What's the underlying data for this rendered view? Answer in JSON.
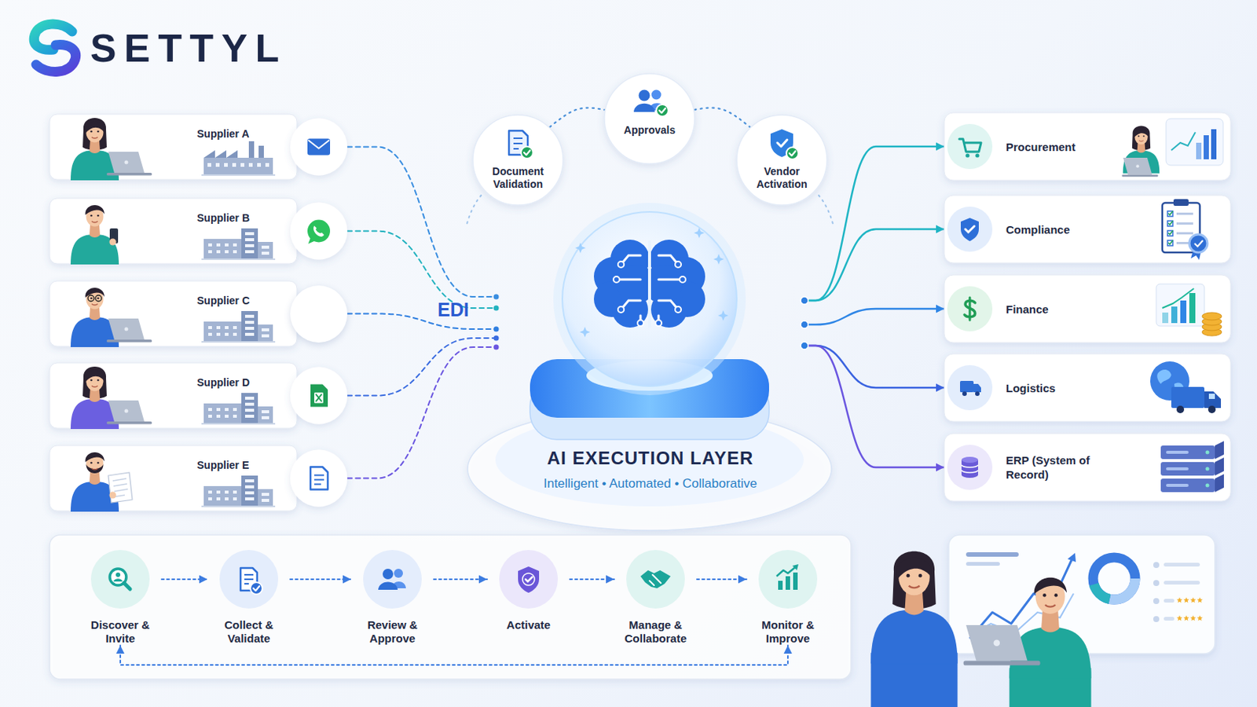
{
  "diagram": {
    "title": "SETTYL",
    "nodes": [
      {
        "text": [
          "Supplier A"
        ]
      },
      {
        "text": [
          "Supplier B"
        ]
      },
      {
        "text": [
          "Supplier C"
        ]
      },
      {
        "text": [
          "EDI"
        ],
        "in": 2
      },
      {
        "text": [
          "Supplier D"
        ]
      },
      {
        "text": [
          "Supplier E"
        ]
      },
      {
        "text": [
          "Document Validation"
        ]
      },
      {
        "text": [
          "Approvals"
        ]
      },
      {
        "text": [
          "Vendor Activation"
        ]
      },
      {
        "text": [
          "AI EXECUTION LAYER",
          "Intelligent • Automated • Collaborative"
        ]
      },
      {
        "text": [
          "Procurement"
        ]
      },
      {
        "text": [
          "Compliance"
        ]
      },
      {
        "text": [
          "Finance"
        ]
      },
      {
        "text": [
          "Logistics"
        ]
      },
      {
        "text": [
          "ERP (System of Record)"
        ]
      },
      {
        "text": [
          "Discover & Invite"
        ]
      },
      {
        "text": [
          "Collect & Validate"
        ]
      },
      {
        "text": [
          "Review & Approve"
        ]
      },
      {
        "text": [
          "Activate"
        ]
      },
      {
        "text": [
          "Manage & Collaborate"
        ]
      },
      {
        "text": [
          "Monitor & Improve"
        ]
      }
    ],
    "edges": [
      {
        "from": 0,
        "to": 9,
        "arrow": "none"
      },
      {
        "from": 1,
        "to": 9,
        "arrow": "none"
      },
      {
        "from": 2,
        "to": 9,
        "arrow": "none"
      },
      {
        "from": 4,
        "to": 9,
        "arrow": "none"
      },
      {
        "from": 5,
        "to": 9,
        "arrow": "none"
      },
      {
        "from": 6,
        "to": 7,
        "arrow": "none"
      },
      {
        "from": 7,
        "to": 8,
        "arrow": "none"
      },
      {
        "from": 9,
        "to": 10,
        "arrow": "to"
      },
      {
        "from": 9,
        "to": 11,
        "arrow": "to"
      },
      {
        "from": 9,
        "to": 12,
        "arrow": "to"
      },
      {
        "from": 9,
        "to": 13,
        "arrow": "to"
      },
      {
        "from": 9,
        "to": 14,
        "arrow": "to"
      },
      {
        "from": 15,
        "to": 16,
        "arrow": "to"
      },
      {
        "from": 16,
        "to": 17,
        "arrow": "to"
      },
      {
        "from": 17,
        "to": 18,
        "arrow": "to"
      },
      {
        "from": 18,
        "to": 19,
        "arrow": "to"
      },
      {
        "from": 19,
        "to": 20,
        "arrow": "to"
      },
      {
        "from": 20,
        "to": 15,
        "arrow": "both"
      }
    ]
  }
}
